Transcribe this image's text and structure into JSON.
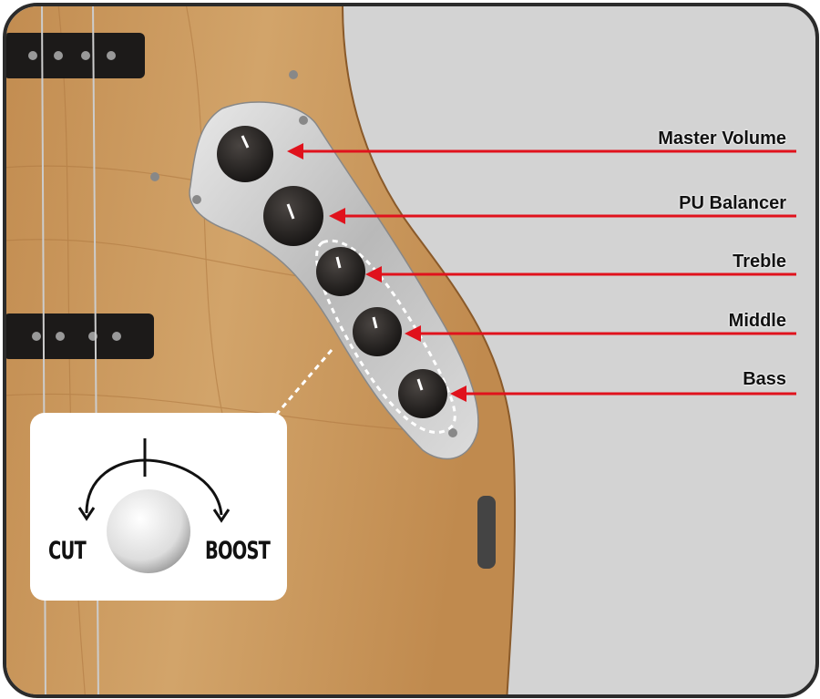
{
  "controls": [
    {
      "label": "Master Volume"
    },
    {
      "label": "PU Balancer"
    },
    {
      "label": "Treble"
    },
    {
      "label": "Middle"
    },
    {
      "label": "Bass"
    }
  ],
  "inset": {
    "cut_label": "CUT",
    "boost_label": "BOOST"
  },
  "colors": {
    "arrow": "#e0121c",
    "wood": "#c99a5e",
    "background": "#d3d3d3",
    "frame": "#2b2b2b"
  }
}
